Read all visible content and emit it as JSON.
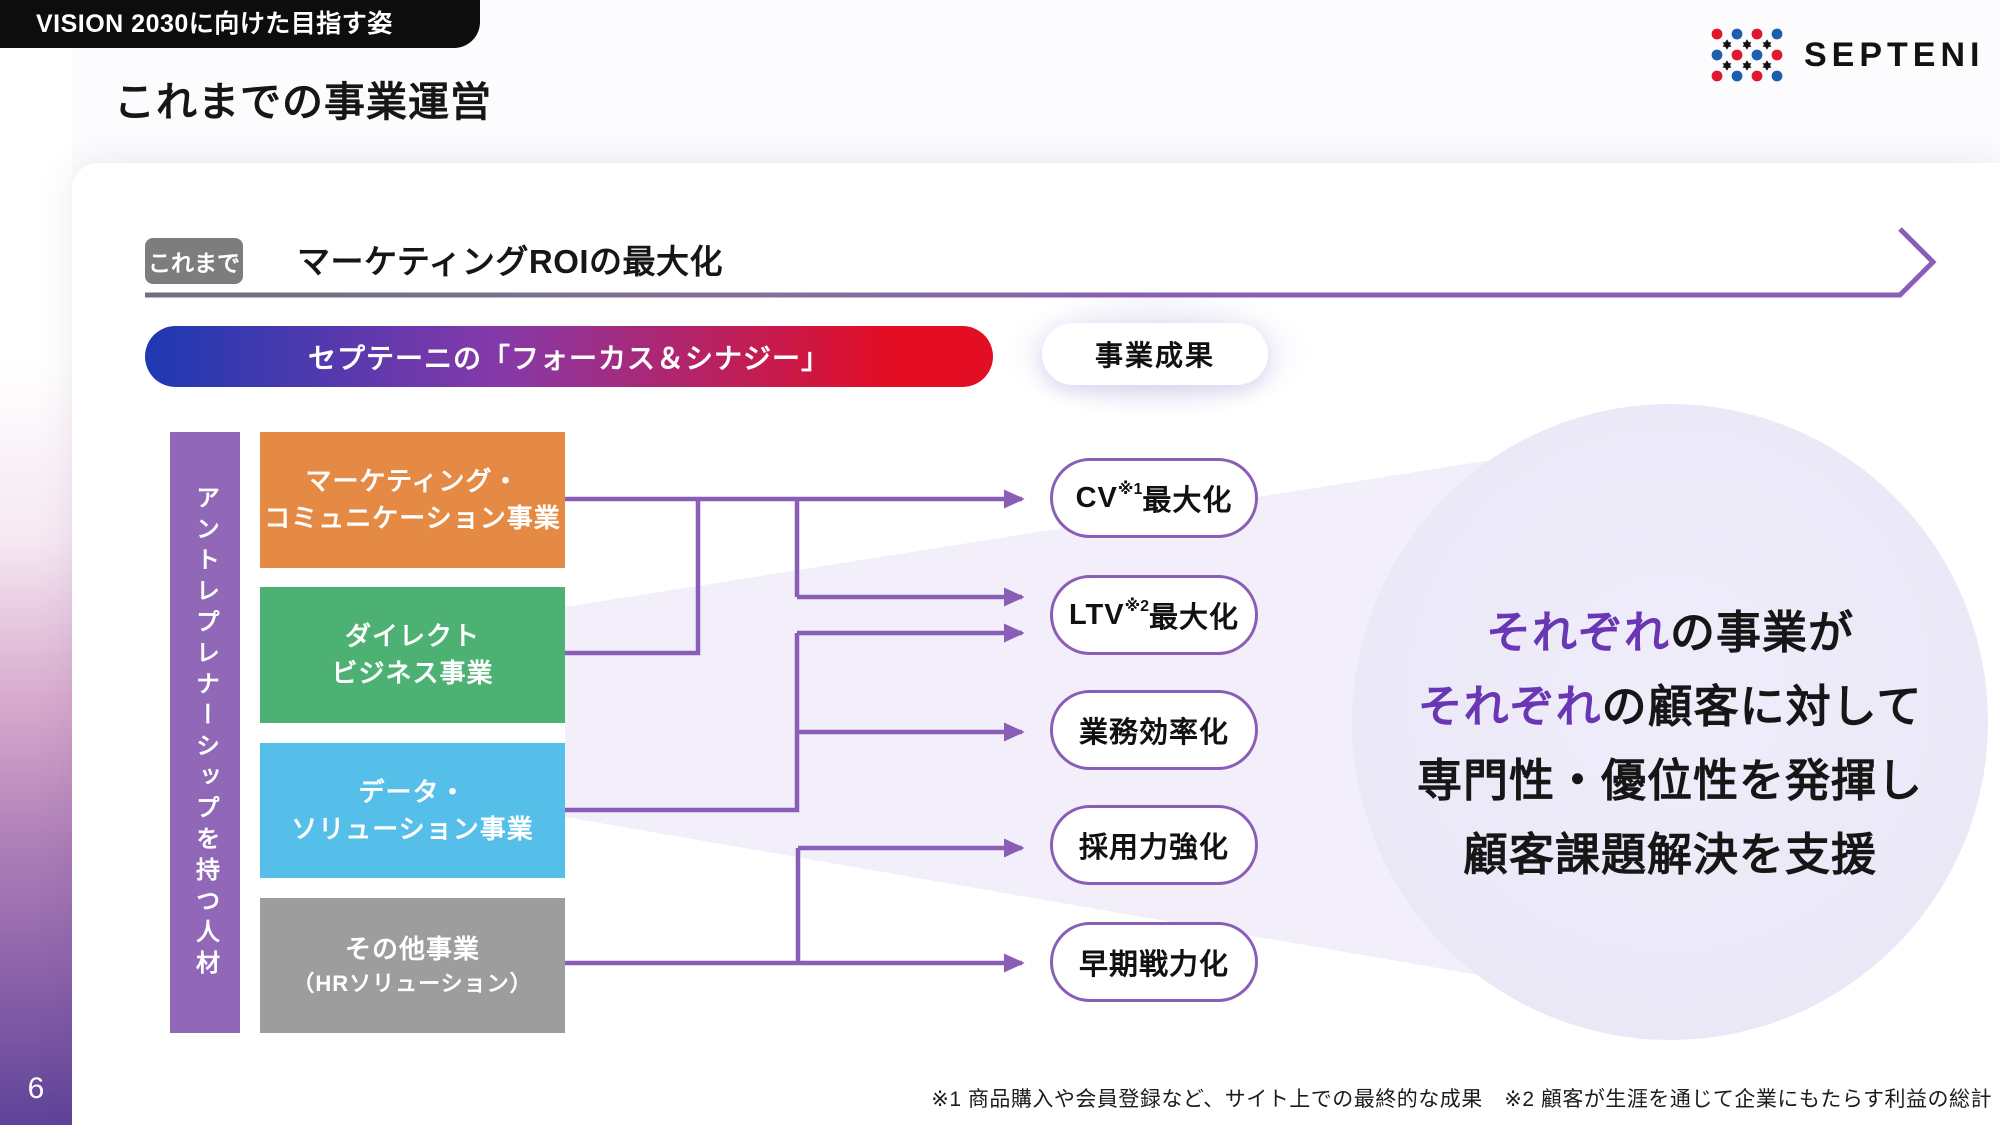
{
  "page": {
    "number": "6"
  },
  "header": {
    "badge": "VISION 2030に向けた目指す姿",
    "title": "これまでの事業運営"
  },
  "logo": {
    "text": "SEPTENI"
  },
  "timeline": {
    "label": "これまで",
    "heading": "マーケティングROIの最大化"
  },
  "focus_pill": "セプテーニの「フォーカス＆シナジー」",
  "outcome_header": "事業成果",
  "talent_bar": "アントレプレナーシップを持つ人材",
  "businesses": [
    {
      "line1": "マーケティング・",
      "line2": "コミュニケーション事業",
      "color": "#e58a45"
    },
    {
      "line1": "ダイレクト",
      "line2": "ビジネス事業",
      "color": "#4cb172"
    },
    {
      "line1": "データ・",
      "line2": "ソリューション事業",
      "color": "#55bfe9"
    },
    {
      "line1": "その他事業",
      "line2": "（HRソリューション）",
      "color": "#9d9d9d"
    }
  ],
  "outcomes": [
    {
      "pre": "CV",
      "sup": "※1",
      "post": "最大化"
    },
    {
      "pre": "LTV",
      "sup": "※2",
      "post": "最大化"
    },
    {
      "pre": "",
      "sup": "",
      "post": "業務効率化"
    },
    {
      "pre": "",
      "sup": "",
      "post": "採用力強化"
    },
    {
      "pre": "",
      "sup": "",
      "post": "早期戦力化"
    }
  ],
  "circle": {
    "lines": [
      {
        "em": "それぞれ",
        "rest": "の事業が"
      },
      {
        "em": "それぞれ",
        "rest": "の顧客に対して"
      },
      {
        "em": "",
        "rest": "専門性・優位性を発揮し"
      },
      {
        "em": "",
        "rest": "顧客課題解決を支援"
      }
    ]
  },
  "footnote": "※1 商品購入や会員登録など、サイト上での最終的な成果　※2 顧客が生涯を通じて企業にもたらす利益の総計",
  "colors": {
    "accent_purple": "#8a5db6",
    "bar_purple": "#9167b8",
    "em_purple": "#6937b4",
    "orange": "#e58a45",
    "green": "#4cb172",
    "blue": "#55bfe9",
    "gray_box": "#9d9d9d",
    "badge_gray": "#7d7d7d",
    "gradient_blue": "#1d39b2",
    "gradient_red": "#e30d24",
    "lavender": "#eae7f6",
    "logo_red": "#e0182d",
    "logo_blue": "#1c5fad"
  }
}
